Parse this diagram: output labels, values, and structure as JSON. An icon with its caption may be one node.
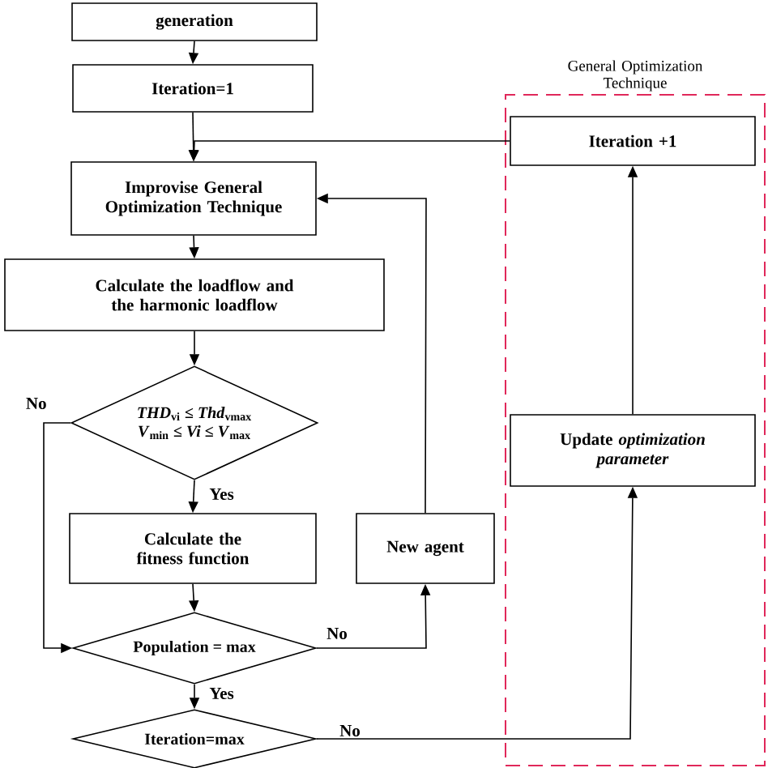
{
  "diagram": {
    "nodes": [
      {
        "text": [
          "generation"
        ]
      },
      {
        "text": [
          "Iteration=1"
        ]
      },
      {
        "text": [
          "Improvise General Optimization Technique"
        ]
      },
      {
        "text": [
          "Calculate the loadflow and the harmonic loadflow"
        ]
      },
      {
        "text": [
          "*THD*$_{vi}$ ≤ *Thd*$_{vmax}$",
          "*V*$_{min}$ ≤ *Vi* ≤ *V*$_{max}$"
        ]
      },
      {
        "text": [
          "Calculate the fitness function"
        ]
      },
      {
        "text": [
          "New agent"
        ]
      },
      {
        "text": [
          "Population = max"
        ]
      },
      {
        "text": [
          "Iteration=max"
        ]
      },
      {
        "text": [
          "General Optimization Technique"
        ]
      },
      {
        "text": [
          "Iteration +1"
        ],
        "in": 9
      },
      {
        "text": [
          "Update *optimization parameter*"
        ],
        "in": 9
      }
    ],
    "edges": [
      {
        "from": 0,
        "to": 1,
        "arrow": "to"
      },
      {
        "from": 1,
        "to": 2,
        "arrow": "to"
      },
      {
        "from": 2,
        "to": 3,
        "arrow": "to"
      },
      {
        "from": 3,
        "to": 4,
        "arrow": "to"
      },
      {
        "from": 4,
        "to": 5,
        "arrow": "to",
        "label": "Yes"
      },
      {
        "from": 5,
        "to": 7,
        "arrow": "to"
      },
      {
        "from": 4,
        "to": 7,
        "arrow": "to",
        "label": "No"
      },
      {
        "from": 7,
        "to": 6,
        "arrow": "to",
        "label": "No"
      },
      {
        "from": 6,
        "to": 2,
        "arrow": "to"
      },
      {
        "from": 7,
        "to": 8,
        "arrow": "to",
        "label": "Yes"
      },
      {
        "from": 8,
        "to": 11,
        "arrow": "to",
        "label": "No"
      },
      {
        "from": 11,
        "to": 10,
        "arrow": "to"
      },
      {
        "from": 10,
        "to": 2,
        "arrow": "to"
      }
    ]
  }
}
